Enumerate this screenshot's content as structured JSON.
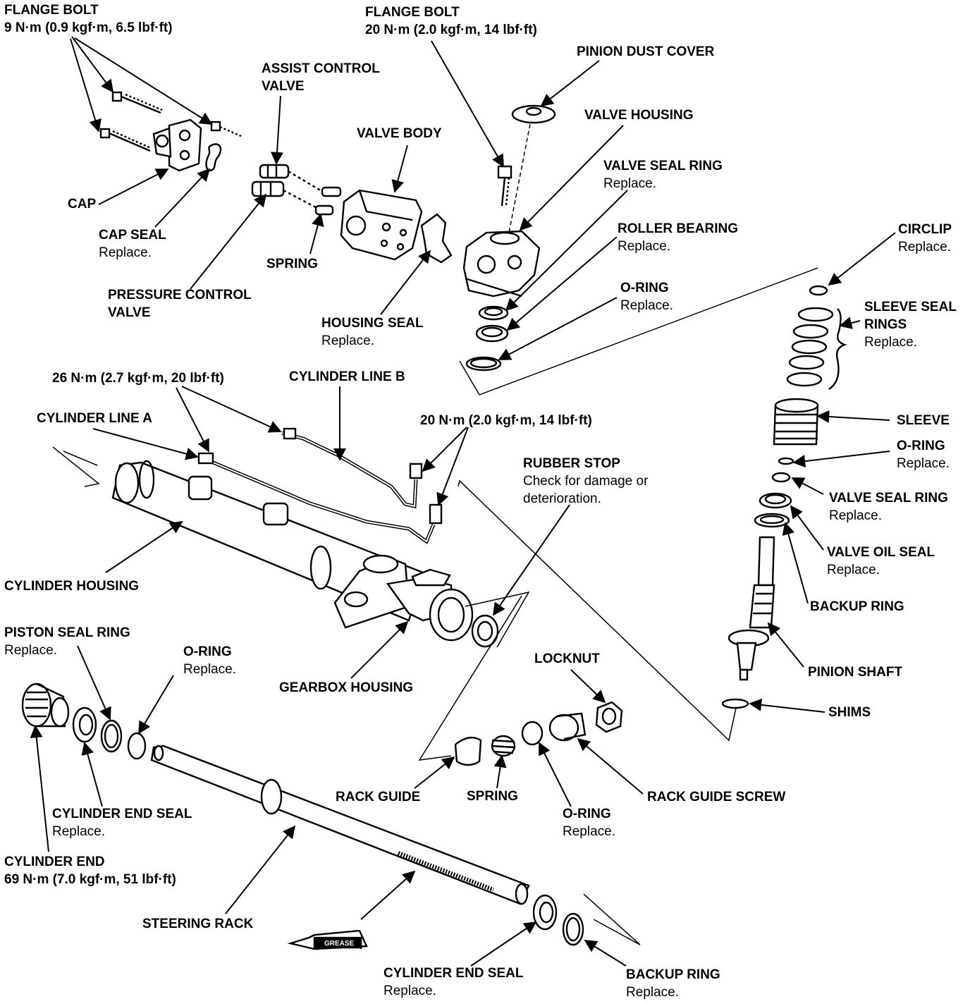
{
  "labels": {
    "flange_bolt_left": {
      "name": "FLANGE BOLT",
      "spec": "9 N·m (0.9 kgf·m, 6.5 lbf·ft)"
    },
    "flange_bolt_top": {
      "name": "FLANGE BOLT",
      "spec": "20 N·m (2.0 kgf·m, 14 lbf·ft)"
    },
    "pinion_dust_cover": {
      "name": "PINION DUST COVER"
    },
    "assist_control_valve": {
      "line1": "ASSIST CONTROL",
      "line2": "VALVE"
    },
    "valve_body": {
      "name": "VALVE BODY"
    },
    "valve_housing": {
      "name": "VALVE HOUSING"
    },
    "valve_seal_ring_top": {
      "name": "VALVE SEAL RING",
      "note": "Replace."
    },
    "roller_bearing": {
      "name": "ROLLER BEARING",
      "note": "Replace."
    },
    "o_ring_top": {
      "name": "O-RING",
      "note": "Replace."
    },
    "cap": {
      "name": "CAP"
    },
    "cap_seal": {
      "name": "CAP SEAL",
      "note": "Replace."
    },
    "spring_valve": {
      "name": "SPRING"
    },
    "pressure_control_valve": {
      "line1": "PRESSURE CONTROL",
      "line2": "VALVE"
    },
    "housing_seal": {
      "name": "HOUSING SEAL",
      "note": "Replace."
    },
    "circlip": {
      "name": "CIRCLIP",
      "note": "Replace."
    },
    "sleeve_seal_rings": {
      "line1": "SLEEVE SEAL",
      "line2": "RINGS",
      "note": "Replace."
    },
    "sleeve": {
      "name": "SLEEVE"
    },
    "o_ring_right": {
      "name": "O-RING",
      "note": "Replace."
    },
    "valve_seal_ring_right": {
      "name": "VALVE SEAL RING",
      "note": "Replace."
    },
    "valve_oil_seal": {
      "name": "VALVE OIL SEAL",
      "note": "Replace."
    },
    "backup_ring_right": {
      "name": "BACKUP RING"
    },
    "pinion_shaft": {
      "name": "PINION SHAFT"
    },
    "shims": {
      "name": "SHIMS"
    },
    "torque_26": {
      "name": "26 N·m (2.7 kgf·m, 20 lbf·ft)"
    },
    "cylinder_line_b": {
      "name": "CYLINDER LINE B"
    },
    "cylinder_line_a": {
      "name": "CYLINDER LINE A"
    },
    "torque_20": {
      "name": "20 N·m (2.0 kgf·m, 14 lbf·ft)"
    },
    "rubber_stop": {
      "name": "RUBBER STOP",
      "note1": "Check for damage or",
      "note2": "deterioration."
    },
    "cylinder_housing": {
      "name": "CYLINDER HOUSING"
    },
    "piston_seal_ring": {
      "name": "PISTON SEAL RING",
      "note": "Replace."
    },
    "o_ring_left": {
      "name": "O-RING",
      "note": "Replace."
    },
    "gearbox_housing": {
      "name": "GEARBOX HOUSING"
    },
    "locknut": {
      "name": "LOCKNUT"
    },
    "cylinder_end_seal_left": {
      "name": "CYLINDER END SEAL",
      "note": "Replace."
    },
    "cylinder_end": {
      "name": "CYLINDER END",
      "spec": "69 N·m (7.0 kgf·m, 51 lbf·ft)"
    },
    "rack_guide": {
      "name": "RACK GUIDE"
    },
    "spring_rack": {
      "name": "SPRING"
    },
    "o_ring_bottom": {
      "name": "O-RING",
      "note": "Replace."
    },
    "rack_guide_screw": {
      "name": "RACK GUIDE SCREW"
    },
    "steering_rack": {
      "name": "STEERING RACK"
    },
    "cylinder_end_seal_bottom": {
      "name": "CYLINDER END SEAL",
      "note": "Replace."
    },
    "backup_ring_bottom": {
      "name": "BACKUP RING",
      "note": "Replace."
    },
    "grease_tube": {
      "text": "GREASE"
    }
  }
}
